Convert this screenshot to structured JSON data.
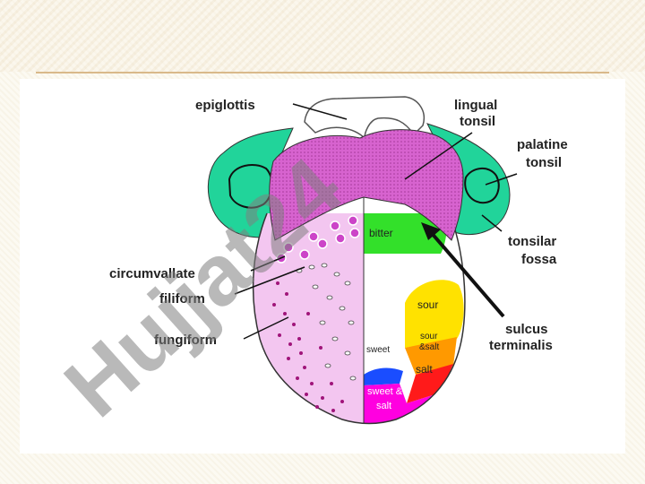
{
  "labels": {
    "epiglottis": "epiglottis",
    "lingual_tonsil_1": "lingual",
    "lingual_tonsil_2": "tonsil",
    "palatine_tonsil_1": "palatine",
    "palatine_tonsil_2": "tonsil",
    "tonsilar_fossa_1": "tonsilar",
    "tonsilar_fossa_2": "fossa",
    "circumvallate": "circumvallate",
    "filiform": "filiform",
    "fungiform": "fungiform",
    "sulcus_1": "sulcus",
    "sulcus_2": "terminalis"
  },
  "taste_zones": {
    "bitter": "bitter",
    "sour": "sour",
    "sour_salt_1": "sour",
    "sour_salt_2": "&salt",
    "sweet": "sweet",
    "salt": "salt",
    "sweet_salt_1": "sweet &",
    "sweet_salt_2": "salt"
  },
  "watermark": "Hujjat24",
  "colors": {
    "mucosa_green": "#21d49a",
    "tonsil_pink": "#d060c8",
    "papillae_pink": "#f3c6f0",
    "bitter": "#33e02a",
    "sour": "#ffe200",
    "sour_salt": "#ff9900",
    "salt": "#ff1a1a",
    "sweet": "#1a4dff",
    "sweet_salt": "#ff00e0",
    "accent_rule": "#d9b98a"
  }
}
